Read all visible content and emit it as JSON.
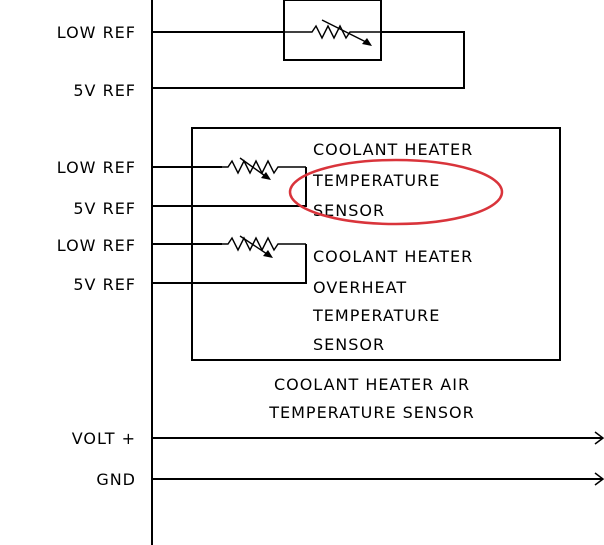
{
  "pins": {
    "low_ref_1": "LOW REF",
    "v5_ref_1": "5V REF",
    "low_ref_2": "LOW REF",
    "v5_ref_2": "5V REF",
    "low_ref_3": "LOW REF",
    "v5_ref_3": "5V REF",
    "volt_plus": "VOLT +",
    "gnd": "GND"
  },
  "sensors": {
    "coolant_heater_temp": [
      "COOLANT HEATER",
      "TEMPERATURE",
      "SENSOR"
    ],
    "coolant_heater_overheat": [
      "COOLANT HEATER",
      "OVERHEAT",
      "TEMPERATURE",
      "SENSOR"
    ]
  },
  "group_label": [
    "COOLANT HEATER AIR",
    "TEMPERATURE SENSOR"
  ],
  "colors": {
    "line": "#000000",
    "highlight": "#d9343b",
    "background": "#ffffff"
  },
  "icons": {
    "thermistor": "thermistor-icon",
    "arrow": "arrow-right-icon"
  }
}
